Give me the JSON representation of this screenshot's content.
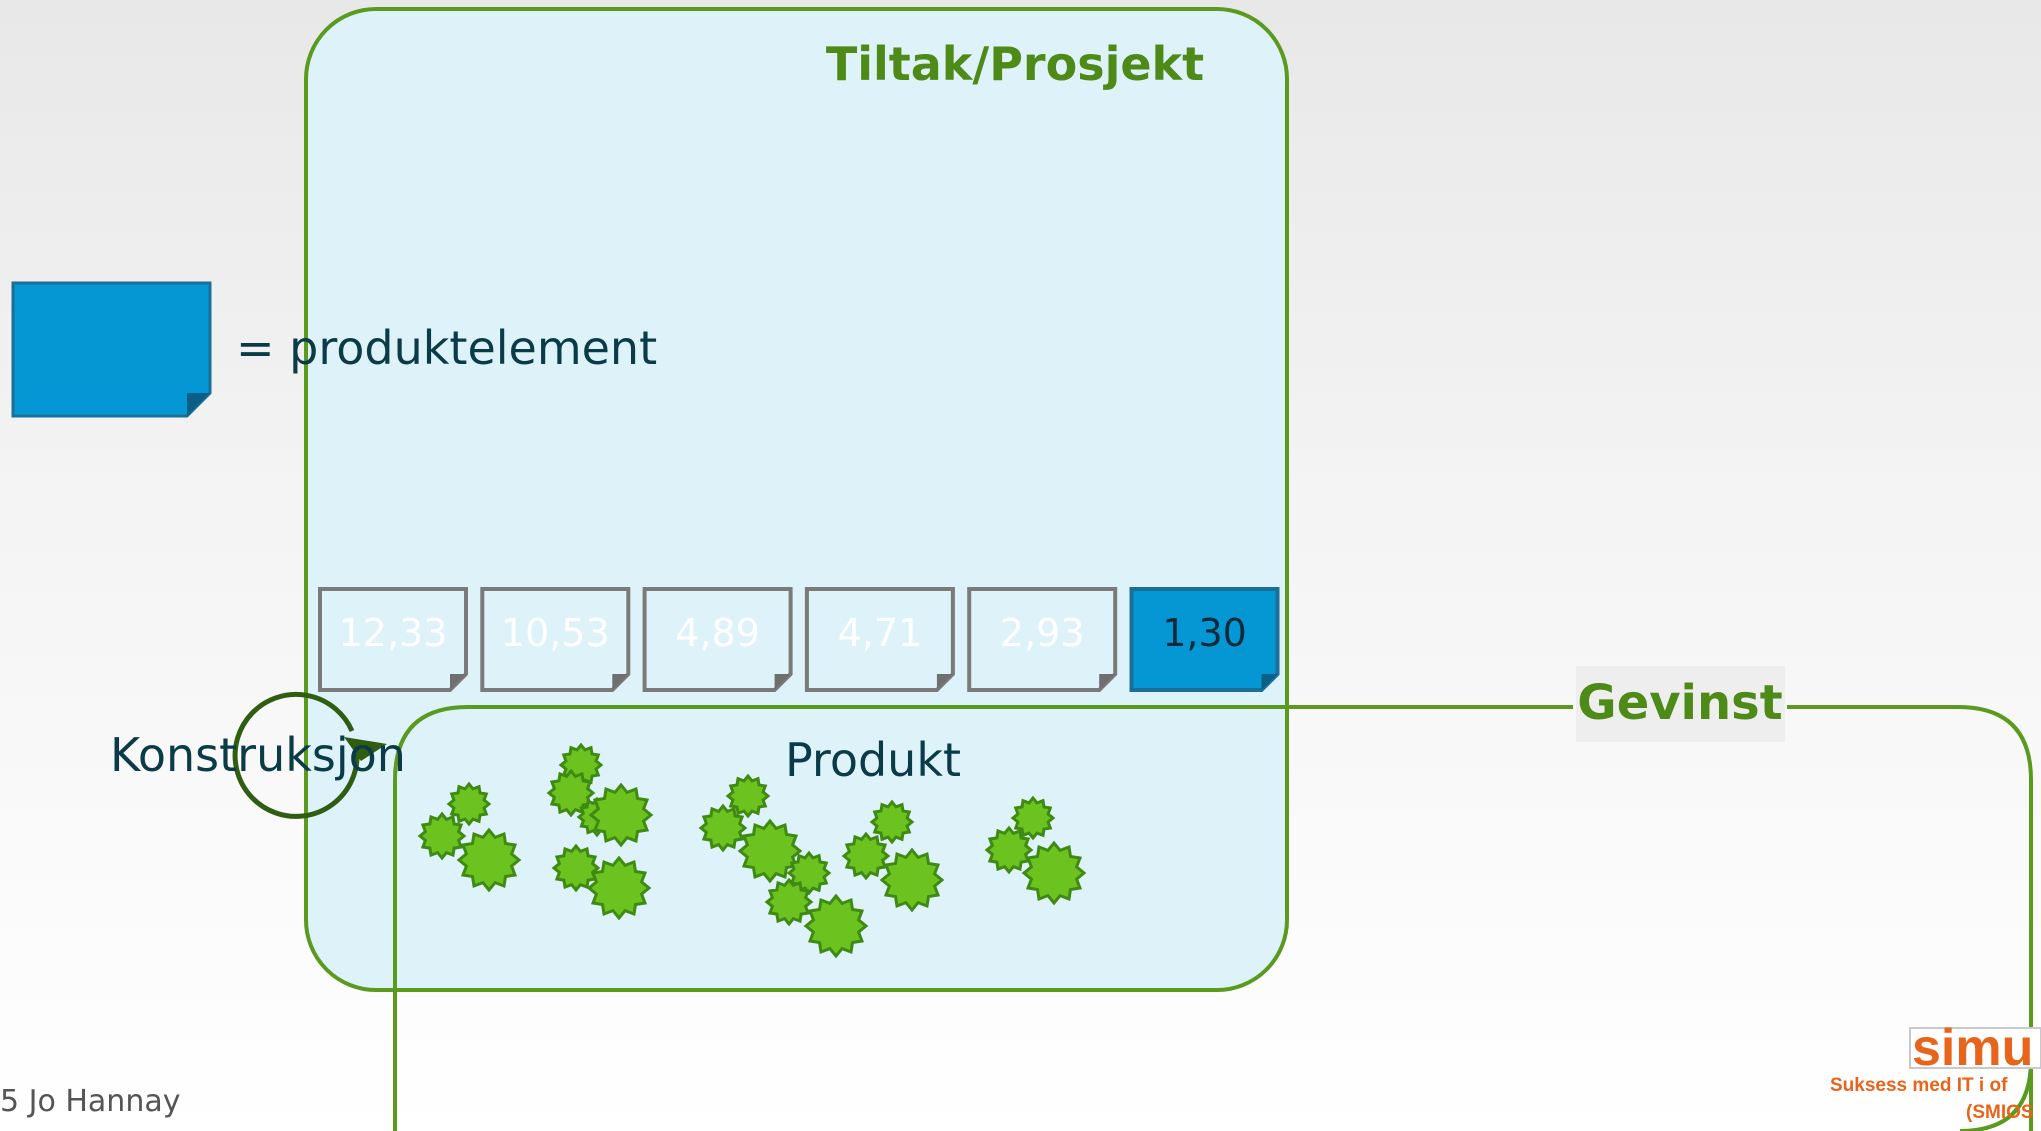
{
  "project_label": "Tiltak/Prosjekt",
  "legend": {
    "label": "= produktelement",
    "color": "#0597d3"
  },
  "cards": [
    {
      "value": "12,33",
      "highlighted": false
    },
    {
      "value": "10,53",
      "highlighted": false
    },
    {
      "value": "4,89",
      "highlighted": false
    },
    {
      "value": "4,71",
      "highlighted": false
    },
    {
      "value": "2,93",
      "highlighted": false
    },
    {
      "value": "1,30",
      "highlighted": true
    }
  ],
  "construction_label": "Konstruksjon",
  "product_label": "Produkt",
  "benefit_label": "Gevinst",
  "footer_author": "5 Jo Hannay",
  "logo": {
    "name": "simu",
    "tagline": "Suksess med IT i of",
    "tagline2": "(SMIOS"
  },
  "colors": {
    "project_fill": "#def3f9",
    "frame_green": "#5a9a1e",
    "gear_green": "#6cc21e",
    "card_gray": "#7a7a7a",
    "card_blue": "#0597d3"
  }
}
